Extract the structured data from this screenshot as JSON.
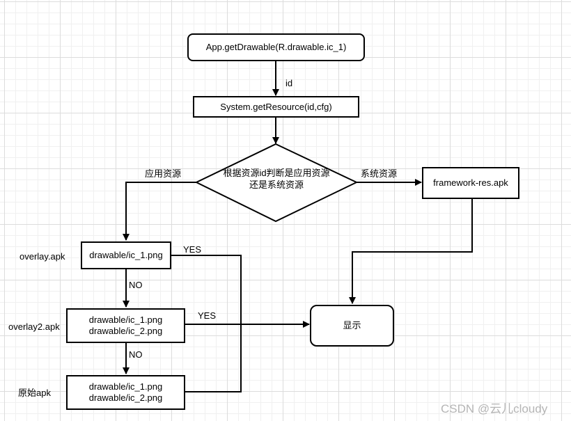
{
  "nodes": {
    "app_get_drawable": "App.getDrawable(R.drawable.ic_1)",
    "system_get_resource": "System.getResource(id,cfg)",
    "decision": {
      "line1": "根据资源id判断是应用资源",
      "line2": "还是系统资源"
    },
    "framework_res": "framework-res.apk",
    "overlay_box": "drawable/ic_1.png",
    "overlay2_box": {
      "line1": "drawable/ic_1.png",
      "line2": "drawable/ic_2.png"
    },
    "original_box": {
      "line1": "drawable/ic_1.png",
      "line2": "drawable/ic_2.png"
    },
    "display": "显示"
  },
  "edge_labels": {
    "id": "id",
    "app_resource": "应用资源",
    "system_resource": "系统资源",
    "yes_overlay": "YES",
    "yes_overlay2": "YES",
    "no_overlay": "NO",
    "no_overlay2": "NO"
  },
  "side_labels": {
    "overlay": "overlay.apk",
    "overlay2": "overlay2.apk",
    "original": "原始apk"
  },
  "watermark": "CSDN @云儿cloudy"
}
